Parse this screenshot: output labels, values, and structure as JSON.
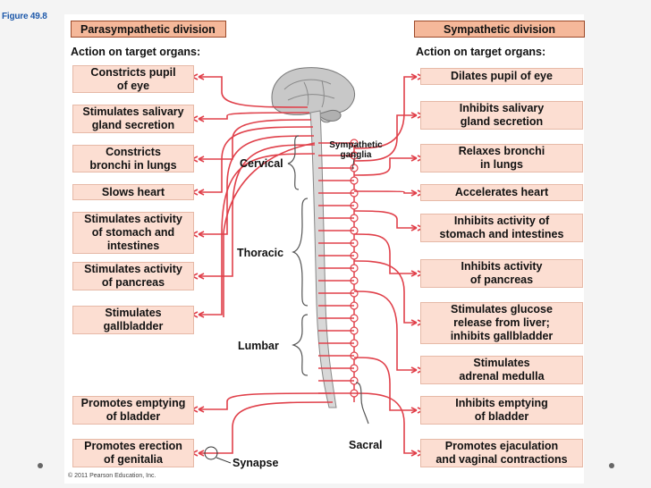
{
  "figure_label": "Figure 49.8",
  "left": {
    "header": "Parasympathetic division",
    "subheader": "Action on target organs:",
    "actions": [
      "Constricts pupil\nof eye",
      "Stimulates salivary\ngland secretion",
      "Constricts\nbronchi in lungs",
      "Slows heart",
      "Stimulates activity\nof stomach and\nintestines",
      "Stimulates activity\nof pancreas",
      "Stimulates\ngallbladder",
      "Promotes emptying\nof bladder",
      "Promotes erection\nof genitalia"
    ]
  },
  "right": {
    "header": "Sympathetic division",
    "subheader": "Action on target organs:",
    "actions": [
      "Dilates pupil of eye",
      "Inhibits salivary\ngland secretion",
      "Relaxes bronchi\nin lungs",
      "Accelerates heart",
      "Inhibits activity of\nstomach and intestines",
      "Inhibits activity\nof pancreas",
      "Stimulates glucose\nrelease from liver;\ninhibits gallbladder",
      "Stimulates\nadrenal medulla",
      "Inhibits emptying\nof bladder",
      "Promotes ejaculation\nand vaginal contractions"
    ]
  },
  "spine_regions": {
    "cervical": "Cervical",
    "thoracic": "Thoracic",
    "lumbar": "Lumbar",
    "sacral": "Sacral"
  },
  "annotations": {
    "sympathetic_ganglia": "Sympathetic\nganglia",
    "synapse": "Synapse"
  },
  "copyright": "© 2011 Pearson Education, Inc.",
  "colors": {
    "nerve": "#e0404a",
    "box_fill": "#fcded2",
    "header_fill": "#f5b89a",
    "figure_label": "#1c57a8"
  }
}
